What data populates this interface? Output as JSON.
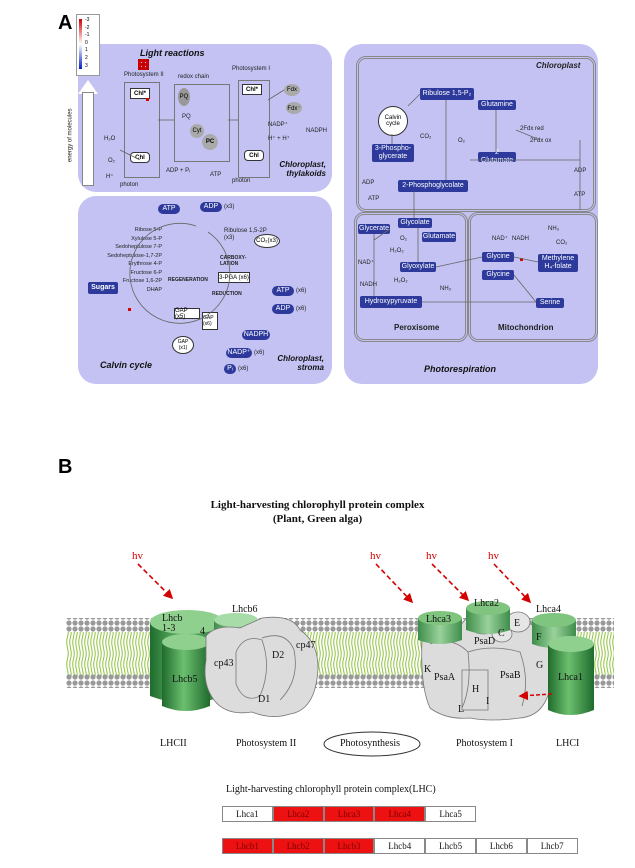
{
  "panel_a": {
    "letter": "A",
    "legend": {
      "ticks": [
        "-3",
        "-2",
        "-1",
        "0",
        "1",
        "2",
        "3"
      ],
      "axis_label": "energy of molecules"
    },
    "light": {
      "title": "Light reactions",
      "ps2": "Photosystem II",
      "redox": "redox chain",
      "ps1": "Photosystem I",
      "chl": "Chl",
      "chl_star": "Chl*",
      "pq": "PQ",
      "cyt": "Cyt",
      "pc": "PC",
      "fdx": "Fdx",
      "fdx2": "Fdx⁻",
      "h2o": "H₂O",
      "o2": "O₂",
      "h": "H⁺",
      "h2": "H⁺ + H⁺",
      "photon": "photon",
      "photon2": "photon",
      "adp": "ADP + Pᵢ",
      "atp": "ATP",
      "nadp": "NADP⁺",
      "nadph": "NADPH",
      "caption": "Chloroplast, thylakoids"
    },
    "calvin": {
      "title": "Calvin cycle",
      "atp": "ATP",
      "adp": "ADP",
      "x3": "(x3)",
      "ribulose": "Ribulose 1,5-2P (x3)",
      "co2": "CO₂(x3)",
      "carbox": "CARBOXY-LATION",
      "pga": "3-PGA (x6)",
      "regen": "REGENERATION",
      "reduction": "REDUCTION",
      "list": [
        "Ribose 5-P",
        "Xylulose 5-P",
        "Sedoheptulose 7-P",
        "Sedoheptulose-1,7-2P",
        "Erythrose 4-P",
        "Fructose 6-P",
        "Fructose 1,6-2P",
        "DHAP"
      ],
      "sugars": "Sugars",
      "atp6": "ATP",
      "adp6": "ADP",
      "x6": "(x6)",
      "nadph": "NADPH",
      "nadp": "NADP⁺",
      "pi": "Pᵢ",
      "x6b": "(x6)",
      "gap5": "GAP (x5)",
      "gap6": "GAP (x6)",
      "gap1": "GAP (x1)",
      "caption": "Chloroplast, stroma"
    },
    "photoresp": {
      "chloroplast": "Chloroplast",
      "calvin": "Calvin cycle",
      "rubp": "Ribulose 1,5-P₂",
      "glutamine": "Glutamine",
      "pga": "3-Phospho-glycerate",
      "glutamate": "2 Glutamate",
      "fdx_red": "2Fdx red",
      "fdx_ox": "2Fdx ox",
      "co2": "CO₂",
      "o2": "O₂",
      "pglycolate": "2-Phosphoglycolate",
      "adp": "ADP",
      "atp": "ATP",
      "adp2": "ADP",
      "atp2": "ATP",
      "glycerate": "Glycerate",
      "glycolate": "Glycolate",
      "glutamate2": "Glutamate",
      "glyoxylate": "Glyoxylate",
      "hydroxypyruvate": "Hydroxypyruvate",
      "glycine1": "Glycine",
      "glycine2": "Glycine",
      "serine": "Serine",
      "methylene": "Methylene H₄-folate",
      "nad": "NAD⁺",
      "nadh": "NADH",
      "nad2": "NAD⁺",
      "nadh2": "NADH",
      "h2o2": "H₂O₂",
      "o2b": "O₂",
      "nh3": "NH₃",
      "nh3b": "NH₃",
      "co2b": "CO₂",
      "peroxisome": "Peroxisome",
      "mitochondrion": "Mitochondrion",
      "title": "Photorespiration"
    }
  },
  "panel_b": {
    "letter": "B",
    "title1": "Light-harvesting chlorophyll protein complex",
    "title2": "(Plant, Green alga)",
    "hv": "hv",
    "labels": {
      "lhcb13": "Lhcb 1-3",
      "lhcb6": "Lhcb6",
      "lhcb5": "Lhcb5",
      "four": "4",
      "cp43": "cp43",
      "cp47": "cp47",
      "d1": "D1",
      "d2": "D2",
      "lhca3": "Lhca3",
      "lhca2": "Lhca2",
      "lhca4": "Lhca4",
      "lhca1": "Lhca1",
      "psad": "PsaD",
      "psaa": "PsaA",
      "psab": "PsaB",
      "c": "C",
      "e": "E",
      "f": "F",
      "g": "G",
      "h": "H",
      "i": "I",
      "k": "K",
      "l": "L",
      "lhcii": "LHCII",
      "ps2": "Photosystem II",
      "photosynthesis": "Photosynthesis",
      "ps1": "Photosystem I",
      "lhci": "LHCI"
    },
    "table_title": "Light-harvesting chlorophyll protein complex(LHC)",
    "row1": [
      {
        "label": "Lhca1",
        "highlight": false
      },
      {
        "label": "Lhca2",
        "highlight": true
      },
      {
        "label": "Lhca3",
        "highlight": true
      },
      {
        "label": "Lhca4",
        "highlight": true
      },
      {
        "label": "Lhca5",
        "highlight": false
      }
    ],
    "row2": [
      {
        "label": "Lhcb1",
        "highlight": true
      },
      {
        "label": "Lhcb2",
        "highlight": true
      },
      {
        "label": "Lhcb3",
        "highlight": true
      },
      {
        "label": "Lhcb4",
        "highlight": false
      },
      {
        "label": "Lhcb5",
        "highlight": false
      },
      {
        "label": "Lhcb6",
        "highlight": false
      },
      {
        "label": "Lhcb7",
        "highlight": false
      }
    ],
    "colors": {
      "highlight": "#ee1111",
      "normal": "#ffffff"
    }
  }
}
